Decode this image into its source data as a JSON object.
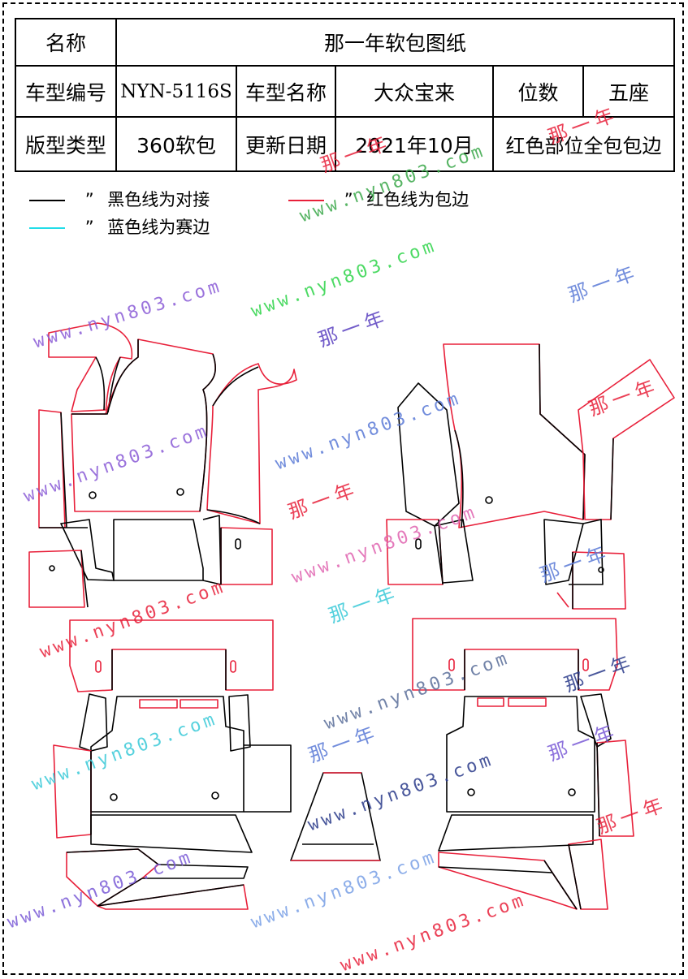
{
  "table": {
    "row1": {
      "label": "名称",
      "value": "那一年软包图纸"
    },
    "row2": {
      "c1": "车型编号",
      "c2": "NYN-5116S",
      "c3": "车型名称",
      "c4": "大众宝来",
      "c5": "位数",
      "c6": "五座"
    },
    "row3": {
      "c1": "版型类型",
      "c2": "360软包",
      "c3": "更新日期",
      "c4": "2021年10月",
      "c5": "红色部位全包包边"
    }
  },
  "legend": {
    "quote_open": "“",
    "quote_close": "”",
    "black": {
      "text": "黑色线为对接",
      "color": "#000000"
    },
    "red": {
      "text": "红色线为包边",
      "color": "#e8203a"
    },
    "blue": {
      "text": "蓝色线为赛边",
      "color": "#22dde8"
    }
  },
  "watermarks": {
    "url": "www.nyn803.com",
    "brand": "那一年"
  },
  "colors": {
    "black_line": "#000000",
    "red_line": "#e8203a"
  }
}
